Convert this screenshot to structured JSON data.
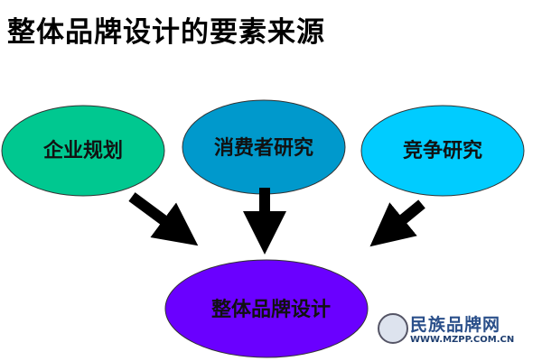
{
  "title": "整体品牌设计的要素来源",
  "diagram": {
    "sources": [
      {
        "label": "企业规划",
        "color": "#00c890"
      },
      {
        "label": "消费者研究",
        "color": "#0099cc"
      },
      {
        "label": "竞争研究",
        "color": "#00ccff"
      }
    ],
    "target": {
      "label": "整体品牌设计",
      "color": "#6a00ff"
    }
  },
  "watermark": {
    "name": "民族品牌网",
    "url": "WWW.MZPP.COM.CN"
  }
}
